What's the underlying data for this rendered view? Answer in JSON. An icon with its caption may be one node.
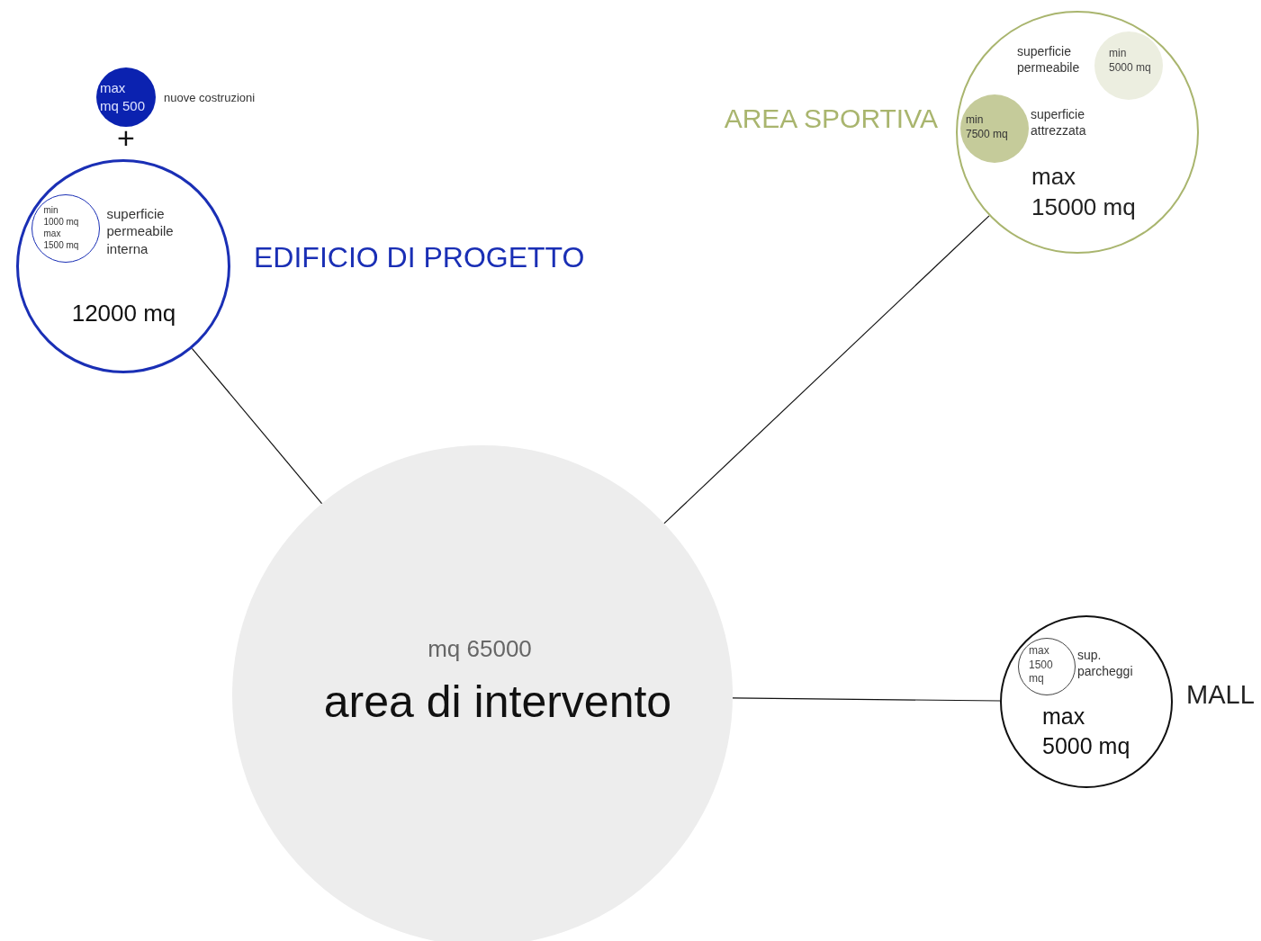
{
  "diagram": {
    "nodes": [
      {
        "text": [
          "mq 65000",
          "area di intervento"
        ]
      },
      {
        "text": [
          "12000 mq"
        ],
        "beside": [
          "EDIFICIO DI PROGETTO"
        ]
      },
      {
        "text": [
          "min 1000 mq max 1500 mq"
        ],
        "beside": [
          "superficie permeabile interna"
        ],
        "in": 1
      },
      {
        "text": [
          "max mq 500"
        ],
        "beside": [
          "nuove costruzioni"
        ]
      },
      {
        "text": [
          "max 15000 mq"
        ],
        "beside": [
          "AREA SPORTIVA"
        ]
      },
      {
        "text": [
          "min 5000 mq"
        ],
        "beside": [
          "superficie permeabile"
        ],
        "in": 4
      },
      {
        "text": [
          "min 7500 mq"
        ],
        "beside": [
          "superficie attrezzata"
        ],
        "in": 4
      },
      {
        "text": [
          "max 5000 mq"
        ],
        "beside": [
          "MALL"
        ]
      },
      {
        "text": [
          "max 1500 mq"
        ],
        "beside": [
          "sup. parcheggi"
        ],
        "in": 7
      }
    ],
    "edges": [
      {
        "from": 0,
        "to": 1,
        "arrow": "none"
      },
      {
        "from": 0,
        "to": 4,
        "arrow": "none"
      },
      {
        "from": 0,
        "to": 7,
        "arrow": "none"
      }
    ],
    "labels": [
      "+"
    ]
  }
}
